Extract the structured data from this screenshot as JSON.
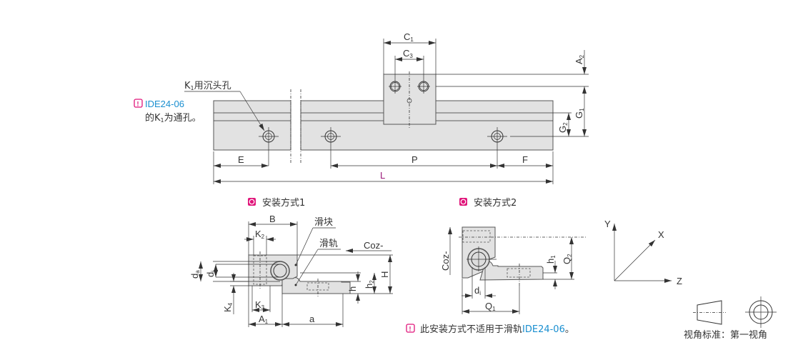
{
  "top_view": {
    "callout_label": "K",
    "callout_sub": "1",
    "callout_text": "用沉头孔",
    "note_model": "IDE24-06",
    "note_line2_prefix": "的K",
    "note_line2_sub": "1",
    "note_line2_suffix": "为通孔。",
    "dims": {
      "C1": "C",
      "C1_sub": "1",
      "C3": "C",
      "C3_sub": "3",
      "A2": "A",
      "A2_sub": "2",
      "G1": "G",
      "G1_sub": "1",
      "G2": "G",
      "G2_sub": "2",
      "E": "E",
      "P": "P",
      "F": "F",
      "L": "L"
    }
  },
  "install1": {
    "title": "安装方式1",
    "slider": "滑块",
    "rail": "滑轨",
    "direction": "Coz-",
    "dims": {
      "B": "B",
      "K2": "K",
      "K2_sub": "2",
      "K3": "K",
      "K3_sub": "3",
      "K4": "K",
      "K4_sub": "4",
      "da": "d",
      "da_sub": "a",
      "di": "d",
      "di_sub": "i",
      "A1": "A",
      "A1_sub": "1",
      "a": "a",
      "h": "h",
      "h2": "h",
      "h2_sub": "2",
      "H": "H"
    }
  },
  "install2": {
    "title": "安装方式2",
    "direction": "Coz-",
    "dims": {
      "h1": "h",
      "h1_sub": "1",
      "Q2": "Q",
      "Q2_sub": "2",
      "di": "d",
      "di_sub": "i",
      "Q1": "Q",
      "Q1_sub": "1"
    },
    "note_prefix": "此安装方式不适用于滑轨",
    "note_model": "IDE24-06",
    "note_suffix": "。"
  },
  "axes": {
    "y": "Y",
    "x": "X",
    "z": "Z"
  },
  "projection": {
    "label": "视角标准：",
    "value": "第一视角"
  },
  "colors": {
    "accent_magenta": "#e0157a",
    "model_blue": "#1a8fd0",
    "body_gray": "#e2e2e2",
    "dim_L": "#9c1a7a"
  }
}
